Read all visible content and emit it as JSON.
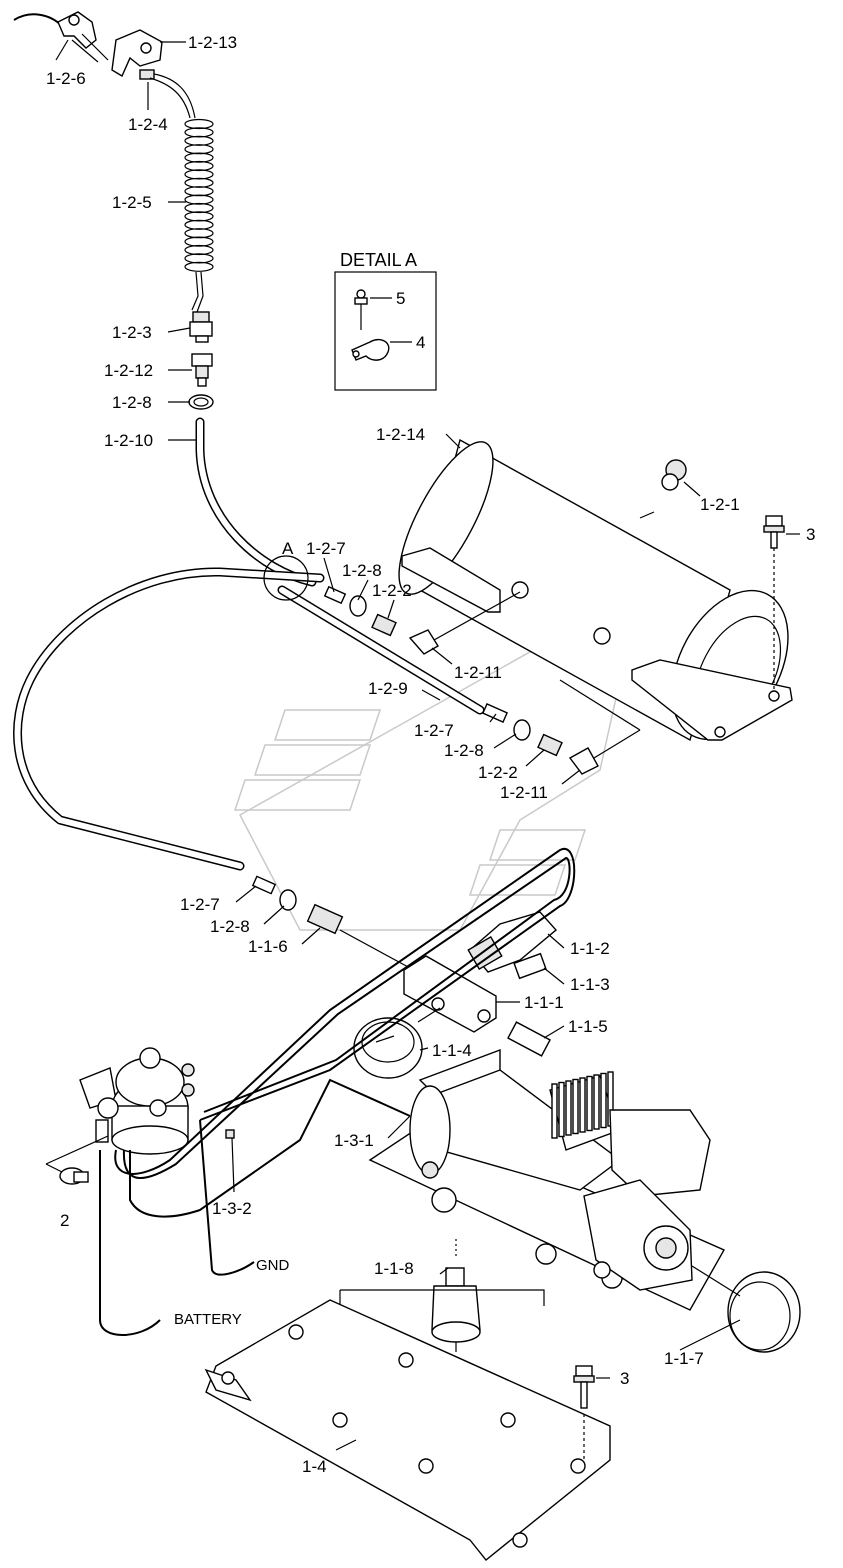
{
  "detail": {
    "title": "DETAIL A",
    "items": [
      "5",
      "4"
    ]
  },
  "wire_labels": {
    "gnd": "GND",
    "battery": "BATTERY"
  },
  "section_mark": "A",
  "callouts": {
    "c_1_2_6": "1-2-6",
    "c_1_2_13": "1-2-13",
    "c_1_2_4": "1-2-4",
    "c_1_2_5": "1-2-5",
    "c_1_2_3": "1-2-3",
    "c_1_2_12": "1-2-12",
    "c_1_2_8_top": "1-2-8",
    "c_1_2_10": "1-2-10",
    "c_1_2_14": "1-2-14",
    "c_1_2_1": "1-2-1",
    "c_3_top": "3",
    "c_1_2_7_a": "1-2-7",
    "c_1_2_8_a": "1-2-8",
    "c_1_2_2_a": "1-2-2",
    "c_1_2_11_a": "1-2-11",
    "c_1_2_9": "1-2-9",
    "c_1_2_7_b": "1-2-7",
    "c_1_2_8_b": "1-2-8",
    "c_1_2_2_b": "1-2-2",
    "c_1_2_11_b": "1-2-11",
    "c_1_2_7_c": "1-2-7",
    "c_1_2_8_c": "1-2-8",
    "c_1_1_6": "1-1-6",
    "c_1_1_2": "1-1-2",
    "c_1_1_3": "1-1-3",
    "c_1_1_1": "1-1-1",
    "c_1_1_5": "1-1-5",
    "c_1_1_4": "1-1-4",
    "c_1_3_1": "1-3-1",
    "c_1_3_2": "1-3-2",
    "c_2": "2",
    "c_1_1_8": "1-1-8",
    "c_1_1_7": "1-1-7",
    "c_3_bottom": "3",
    "c_1_4": "1-4"
  }
}
